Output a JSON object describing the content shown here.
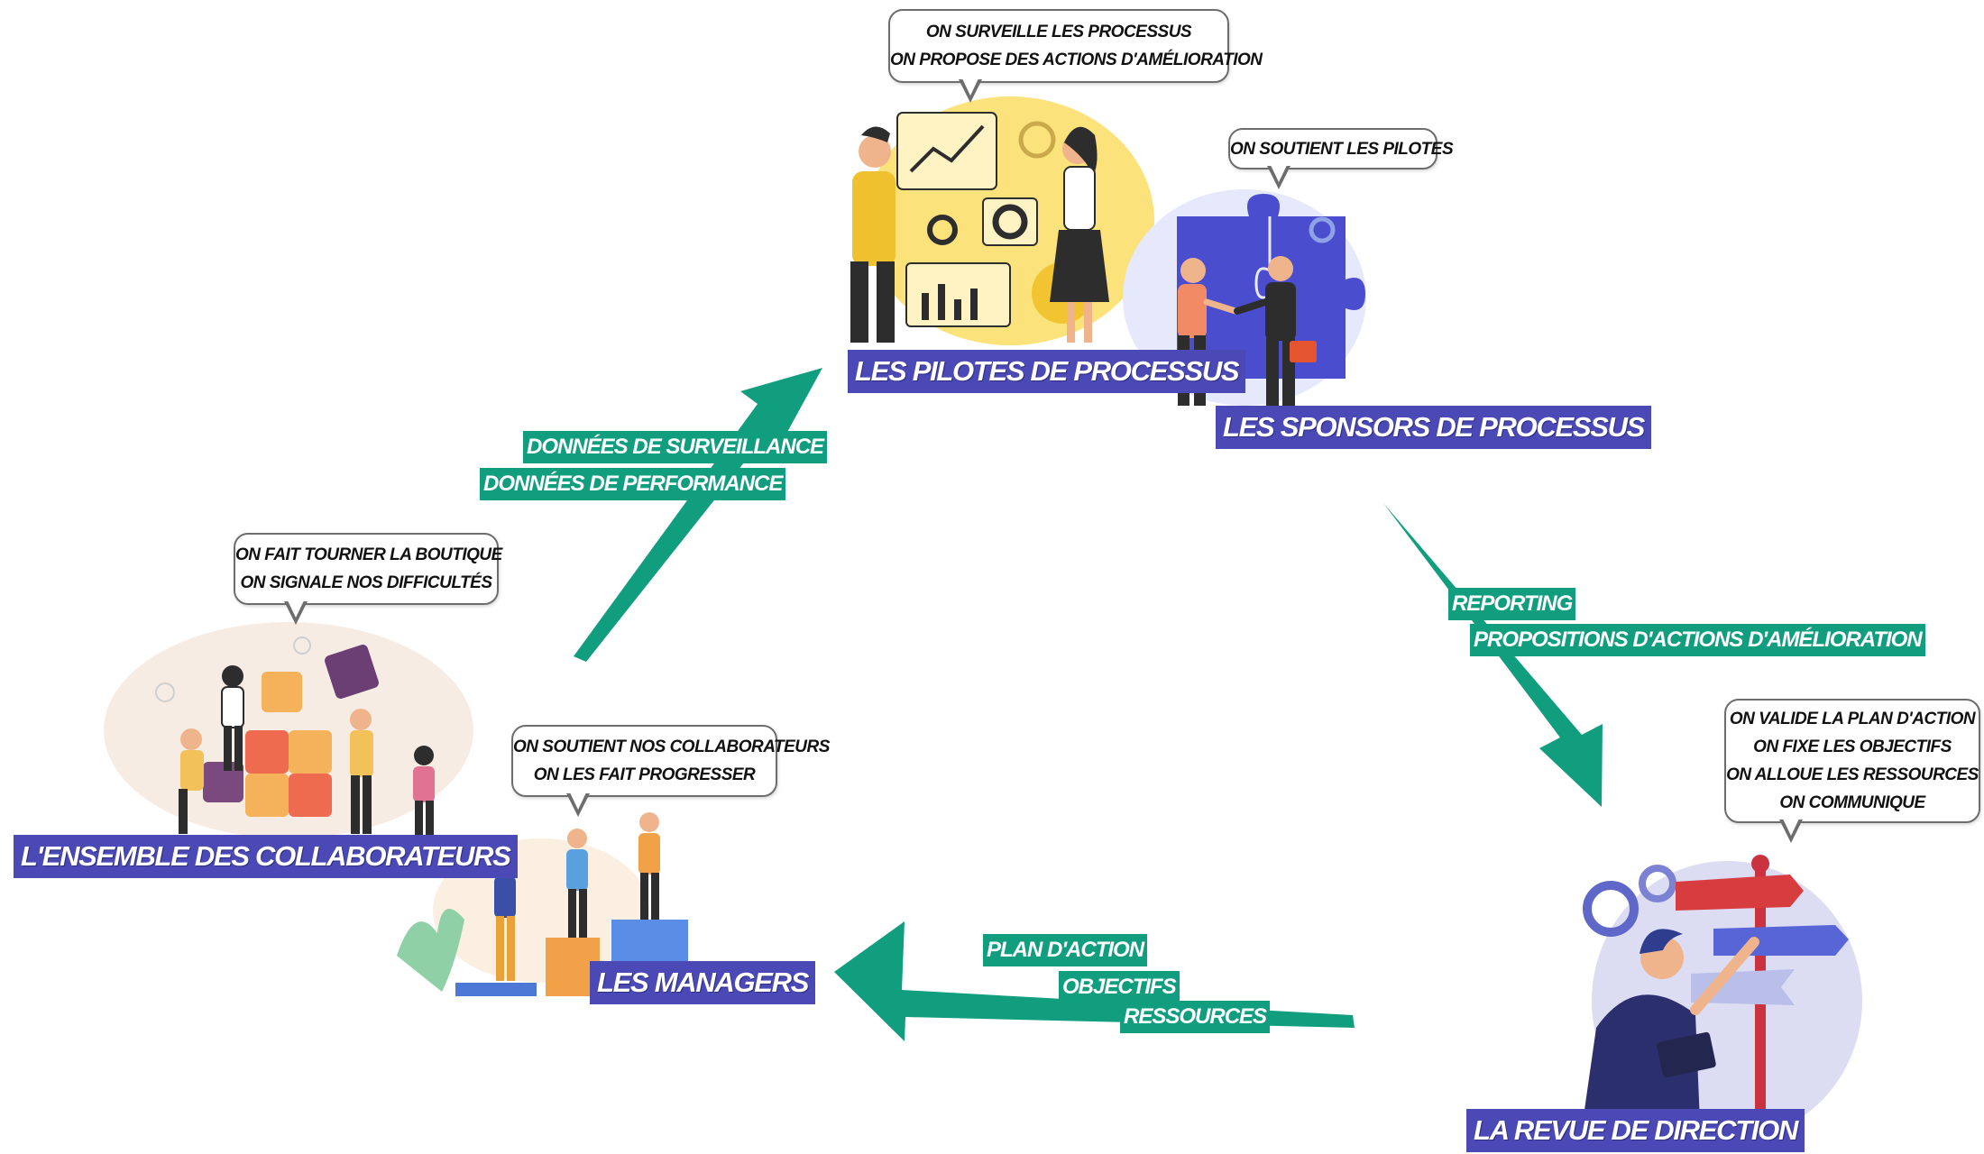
{
  "roles": {
    "pilotes": "LES PILOTES DE PROCESSUS",
    "sponsors": "LES SPONSORS DE PROCESSUS",
    "collaborateurs": "L'ENSEMBLE DES  COLLABORATEURS",
    "managers": "LES MANAGERS",
    "revue": "LA REVUE DE DIRECTION"
  },
  "bubbles": {
    "pilotes": [
      "ON SURVEILLE LES PROCESSUS",
      "ON PROPOSE DES ACTIONS D'AMÉLIORATION"
    ],
    "sponsors": [
      "ON SOUTIENT LES PILOTES"
    ],
    "collaborateurs": [
      "ON FAIT TOURNER LA BOUTIQUE",
      "ON SIGNALE NOS DIFFICULTÉS"
    ],
    "managers": [
      "ON SOUTIENT NOS COLLABORATEURS",
      "ON LES FAIT PROGRESSER"
    ],
    "revue": [
      "ON VALIDE LA PLAN D'ACTION",
      "ON FIXE LES OBJECTIFS",
      "ON ALLOUE LES RESSOURCES",
      "ON COMMUNIQUE"
    ]
  },
  "flows": {
    "to_pilotes": [
      "DONNÉES DE SURVEILLANCE",
      "DONNÉES DE PERFORMANCE"
    ],
    "to_revue": [
      "REPORTING",
      "PROPOSITIONS D'ACTIONS D'AMÉLIORATION"
    ],
    "to_managers": [
      "PLAN D'ACTION",
      "OBJECTIFS",
      "RESSOURCES"
    ]
  },
  "colors": {
    "arrow": "#119e7f",
    "label_bg": "#4a49b6",
    "text_on_label": "#ffffff"
  }
}
